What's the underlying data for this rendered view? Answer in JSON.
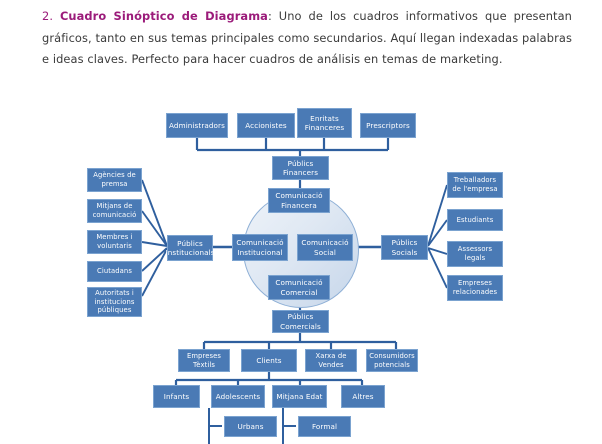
{
  "paragraph": {
    "number": "2.",
    "lead": "Cuadro Sinóptico de Diagrama",
    "body": ": Uno de los cuadros informativos que presentan gráficos, tanto en sus temas principales como secundarios. Aquí llegan indexadas palabras e ideas claves. Perfecto para hacer cuadros de análisis en temas de marketing."
  },
  "colors": {
    "node_fill": "#4a7ab5",
    "node_border": "#7ba3d0",
    "node_text": "#ffffff",
    "connector": "#2f5f9e",
    "heading": "#9b1b7a",
    "body_text": "#3b3b3b",
    "circle_light": "#eef3f9",
    "circle_dark": "#c6d6ea"
  },
  "diagram": {
    "financial_sources": [
      {
        "label": "Administradors"
      },
      {
        "label": "Accionistes"
      },
      {
        "label": "Enritats Financeres"
      },
      {
        "label": "Prescriptors"
      }
    ],
    "financial_hub": {
      "label": "Públics Financers"
    },
    "institutional_sources": [
      {
        "label": "Agències de premsa"
      },
      {
        "label": "Mitjans de comunicació"
      },
      {
        "label": "Membres i voluntaris"
      },
      {
        "label": "Ciutadans"
      },
      {
        "label": "Autoritats i institucions públiques"
      }
    ],
    "institutional_hub": {
      "label": "Públics Institucionals"
    },
    "center": {
      "top": {
        "label": "Comunicació Financera"
      },
      "left": {
        "label": "Comunicació Institucional"
      },
      "right": {
        "label": "Comunicació Social"
      },
      "bottom": {
        "label": "Comunicació Comercial"
      }
    },
    "social_hub": {
      "label": "Públics Socials"
    },
    "social_targets": [
      {
        "label": "Treballadors de l'empresa"
      },
      {
        "label": "Estudiants"
      },
      {
        "label": "Assessors legals"
      },
      {
        "label": "Empreses relacionades"
      }
    ],
    "commercial_hub": {
      "label": "Públics Comercials"
    },
    "commercial_children": [
      {
        "label": "Empreses Tèxtils"
      },
      {
        "label": "Clients"
      },
      {
        "label": "Xarxa de Vendes"
      },
      {
        "label": "Consumidors potencials"
      }
    ],
    "segments": [
      {
        "label": "Infants"
      },
      {
        "label": "Adolescents"
      },
      {
        "label": "Mitjana Edat"
      },
      {
        "label": "Altres"
      }
    ],
    "sub_segments": [
      {
        "label": "Urbans"
      },
      {
        "label": "Formal"
      }
    ]
  }
}
